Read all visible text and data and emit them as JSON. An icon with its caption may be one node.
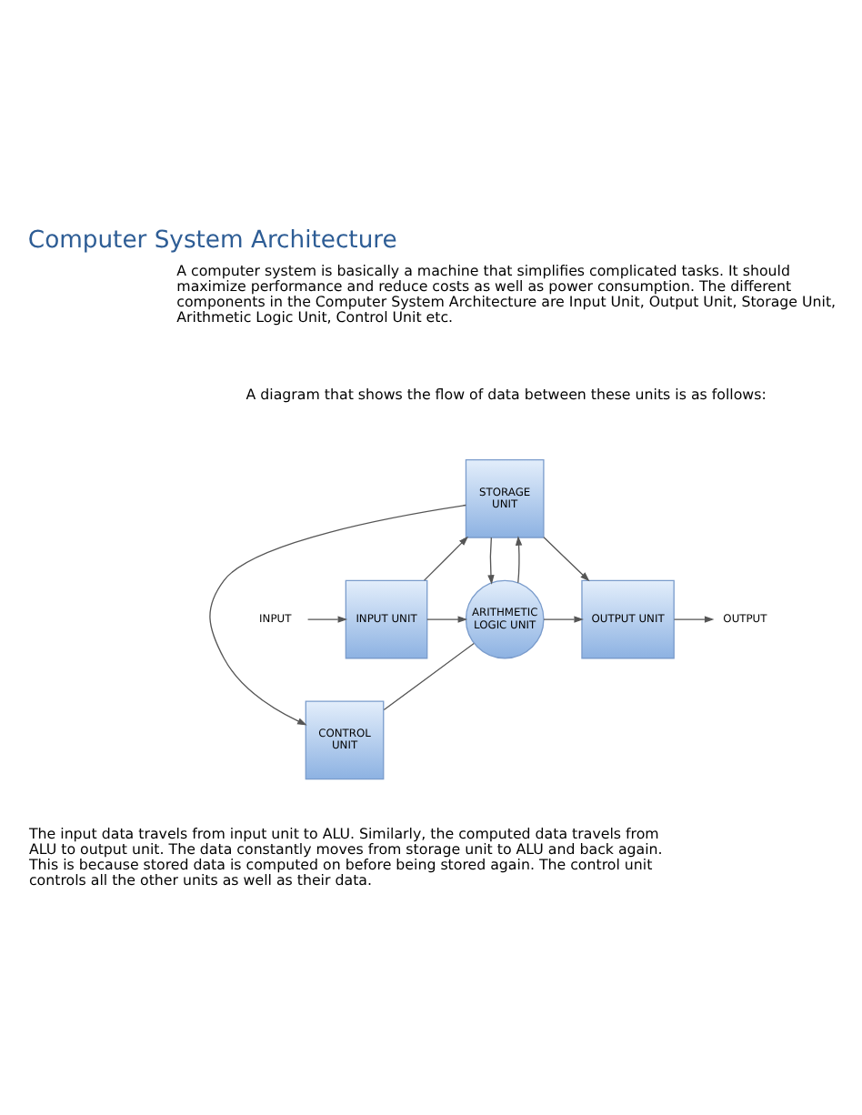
{
  "diagram": {
    "title": "Computer System Architecture",
    "nodes": [
      {
        "text": [
          "STORAGE UNIT"
        ]
      },
      {
        "text": [
          "INPUT"
        ]
      },
      {
        "text": [
          "INPUT UNIT"
        ]
      },
      {
        "text": [
          "ARITHMETIC LOGIC UNIT"
        ]
      },
      {
        "text": [
          "OUTPUT UNIT"
        ]
      },
      {
        "text": [
          "OUTPUT"
        ]
      },
      {
        "text": [
          "CONTROL UNIT"
        ]
      }
    ],
    "edges": [
      {
        "from": 1,
        "to": 2,
        "arrow": "to"
      },
      {
        "from": 2,
        "to": 3,
        "arrow": "to"
      },
      {
        "from": 3,
        "to": 4,
        "arrow": "to"
      },
      {
        "from": 4,
        "to": 5,
        "arrow": "to"
      },
      {
        "from": 2,
        "to": 0,
        "arrow": "to"
      },
      {
        "from": 0,
        "to": 4,
        "arrow": "to"
      },
      {
        "from": 3,
        "to": 0,
        "arrow": "to"
      },
      {
        "from": 0,
        "to": 3,
        "arrow": "to"
      },
      {
        "from": 0,
        "to": 6,
        "arrow": "to"
      },
      {
        "from": 3,
        "to": 6,
        "arrow": "none"
      }
    ],
    "labels": [
      "A computer system is basically a machine that simplifies complicated tasks. It should maximize performance and reduce costs as well as power consumption. The different components in the Computer System Architecture are Input Unit, Output Unit, Storage Unit, Arithmetic Logic Unit, Control Unit etc.",
      "A diagram that shows the flow of data between these units is as follows:",
      "The input data travels from input unit to ALU. Similarly, the computed data travels from ALU to output unit. The data constantly moves from storage unit to ALU and back again. This is because stored data is computed on before being stored again. The control unit controls all the other units as well as their data."
    ]
  }
}
